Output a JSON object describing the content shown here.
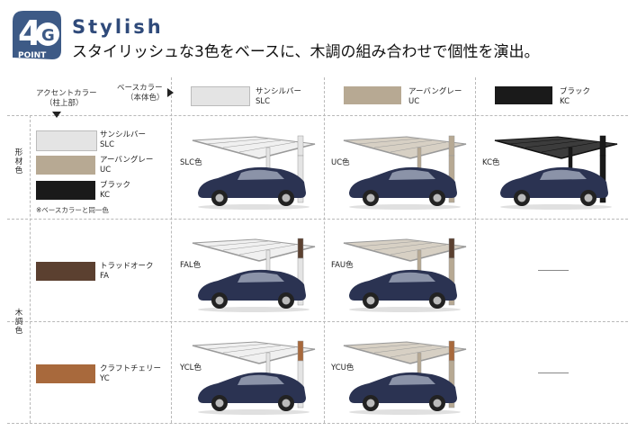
{
  "header": {
    "badge_num": "4",
    "badge_letter": "G",
    "badge_word": "POINT",
    "title_en": "Stylish",
    "title_jp": "スタイリッシュな3色をベースに、木調の組み合わせで個性を演出。"
  },
  "colors": {
    "slc": "#e4e4e4",
    "uc": "#b7a993",
    "kc": "#1a1a1a",
    "fa": "#5b4030",
    "yc": "#a8693c",
    "car": "#2b3352",
    "accent": "#2f4a7a"
  },
  "legend": {
    "accent_label": "アクセントカラー",
    "accent_sub": "（柱上部）",
    "base_label": "ベースカラー",
    "base_sub": "（本体色）"
  },
  "base_colors": [
    {
      "jp": "サンシルバー",
      "code": "SLC"
    },
    {
      "jp": "アーバングレー",
      "code": "UC"
    },
    {
      "jp": "ブラック",
      "code": "KC"
    }
  ],
  "groups": {
    "katazai": "形材色",
    "mokucho": "木調色"
  },
  "accent_katazai": [
    {
      "jp": "サンシルバー",
      "code": "SLC"
    },
    {
      "jp": "アーバングレー",
      "code": "UC"
    },
    {
      "jp": "ブラック",
      "code": "KC"
    }
  ],
  "note": "※ベースカラーと同一色",
  "accent_wood": [
    {
      "jp": "トラッドオーク",
      "code": "FA"
    },
    {
      "jp": "クラフトチェリー",
      "code": "YC"
    }
  ],
  "captions": {
    "r1c1": "SLC色",
    "r1c2": "UC色",
    "r1c3": "KC色",
    "r2c1": "FAL色",
    "r2c2": "FAU色",
    "r3c1": "YCL色",
    "r3c2": "YCU色"
  }
}
